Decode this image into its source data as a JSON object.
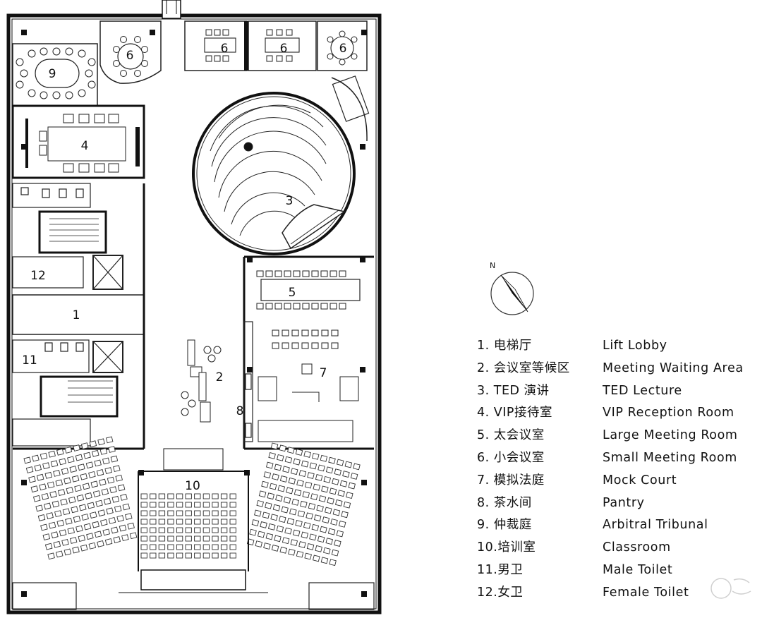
{
  "plan": {
    "room_labels": [
      {
        "id": "r9a",
        "text": "9"
      },
      {
        "id": "r6a",
        "text": "6"
      },
      {
        "id": "r6b",
        "text": "6"
      },
      {
        "id": "r6c",
        "text": "6"
      },
      {
        "id": "r6d",
        "text": "6"
      },
      {
        "id": "r4",
        "text": "4"
      },
      {
        "id": "r3",
        "text": "3"
      },
      {
        "id": "r12",
        "text": "12"
      },
      {
        "id": "r5",
        "text": "5"
      },
      {
        "id": "r1",
        "text": "1"
      },
      {
        "id": "r11",
        "text": "11"
      },
      {
        "id": "r7",
        "text": "7"
      },
      {
        "id": "r2",
        "text": "2"
      },
      {
        "id": "r8",
        "text": "8"
      },
      {
        "id": "r10",
        "text": "10"
      }
    ]
  },
  "compass": {
    "label": "N",
    "icon": "north-arrow-icon"
  },
  "legend": [
    {
      "cn": "1.  电梯厅",
      "en": "Lift Lobby"
    },
    {
      "cn": "2.  会议室等候区",
      "en": "Meeting Waiting Area"
    },
    {
      "cn": "3.  TED 演讲",
      "en": "TED Lecture"
    },
    {
      "cn": "4.  VIP接待室",
      "en": "VIP Reception Room"
    },
    {
      "cn": "5.  太会议室",
      "en": "Large Meeting Room"
    },
    {
      "cn": "6.  小会议室",
      "en": "Small Meeting Room"
    },
    {
      "cn": "7.  模拟法庭",
      "en": "Mock Court"
    },
    {
      "cn": "8.  茶水间",
      "en": "Pantry"
    },
    {
      "cn": "9.  仲裁庭",
      "en": "Arbitral Tribunal"
    },
    {
      "cn": "10.培训室",
      "en": "Classroom"
    },
    {
      "cn": "11.男卫",
      "en": "Male Toilet"
    },
    {
      "cn": "12.女卫",
      "en": "Female Toilet"
    }
  ],
  "watermark": {
    "icon": "archdaily-watermark-icon"
  },
  "colors": {
    "wall": "#111111",
    "line": "#333333",
    "background": "#ffffff"
  }
}
